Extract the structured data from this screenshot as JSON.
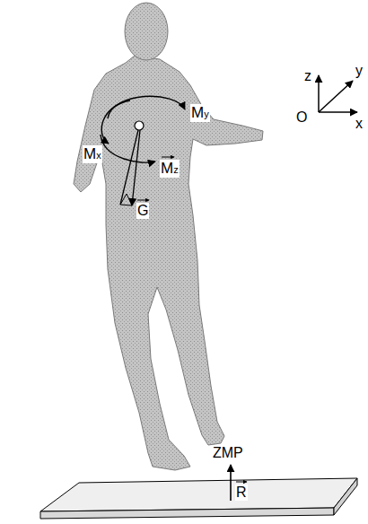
{
  "diagram": {
    "labels": [
      "My",
      "Mx",
      "Mz",
      "z",
      "y",
      "G",
      "O",
      "x",
      "ZMP",
      "R"
    ]
  }
}
